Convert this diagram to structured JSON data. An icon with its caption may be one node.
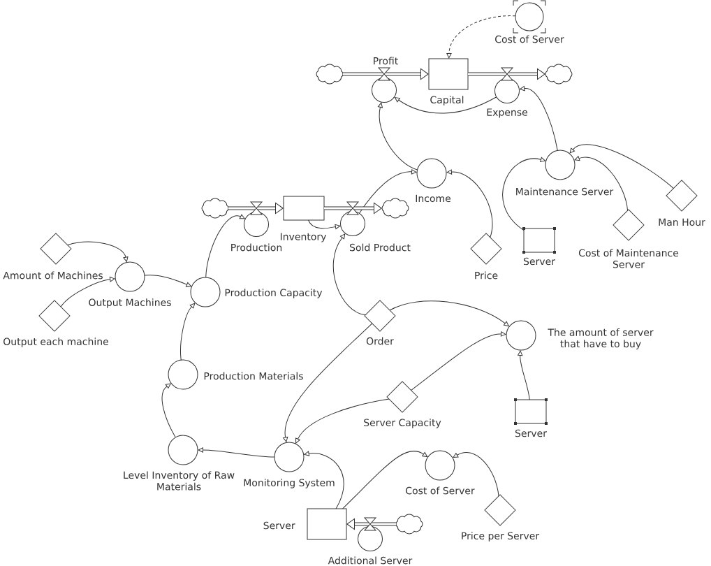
{
  "diagram": {
    "nodes": [
      {
        "text": [
          "Cost of Server"
        ]
      },
      {
        "text": [
          "Capital"
        ]
      },
      {
        "text": [
          "Profit"
        ]
      },
      {
        "text": [
          "Expense"
        ]
      },
      {
        "text": [],
        "shape": "cloud"
      },
      {
        "text": [],
        "shape": "cloud"
      },
      {
        "text": [
          "Income"
        ]
      },
      {
        "text": [
          "Maintenance Server"
        ]
      },
      {
        "text": [
          "Man Hour"
        ]
      },
      {
        "text": [
          "Server"
        ]
      },
      {
        "text": [
          "Cost of Maintenance Server"
        ]
      },
      {
        "text": [
          "Price"
        ]
      },
      {
        "text": [
          "Inventory"
        ]
      },
      {
        "text": [
          "Production"
        ]
      },
      {
        "text": [
          "Sold Product"
        ]
      },
      {
        "text": [],
        "shape": "cloud"
      },
      {
        "text": [],
        "shape": "cloud"
      },
      {
        "text": [
          "Amount of Machines"
        ]
      },
      {
        "text": [
          "Output Machines"
        ]
      },
      {
        "text": [
          "Output each machine"
        ]
      },
      {
        "text": [
          "Production Capacity"
        ]
      },
      {
        "text": [
          "Order"
        ]
      },
      {
        "text": [
          "The amount of server that have to buy"
        ]
      },
      {
        "text": [
          "Production Materials"
        ]
      },
      {
        "text": [
          "Server Capacity"
        ]
      },
      {
        "text": [
          "Server"
        ]
      },
      {
        "text": [
          "Level Inventory of Raw Materials"
        ]
      },
      {
        "text": [
          "Monitoring System"
        ]
      },
      {
        "text": [
          "Cost of Server"
        ]
      },
      {
        "text": [
          "Price per Server"
        ]
      },
      {
        "text": [
          "Server"
        ]
      },
      {
        "text": [
          "Additional Server"
        ]
      },
      {
        "text": [],
        "shape": "cloud"
      }
    ],
    "edges": [
      {
        "from": 0,
        "to": 1,
        "arrow": "to",
        "style": "dashed"
      },
      {
        "from": 4,
        "to": 1,
        "arrow": "to",
        "style": "thick"
      },
      {
        "from": 1,
        "to": 5,
        "arrow": "to",
        "style": "thick"
      },
      {
        "from": 6,
        "to": 2,
        "arrow": "to"
      },
      {
        "from": 3,
        "to": 2,
        "arrow": "to"
      },
      {
        "from": 7,
        "to": 3,
        "arrow": "to"
      },
      {
        "from": 9,
        "to": 7,
        "arrow": "to"
      },
      {
        "from": 10,
        "to": 7,
        "arrow": "to"
      },
      {
        "from": 8,
        "to": 7,
        "arrow": "to"
      },
      {
        "from": 11,
        "to": 6,
        "arrow": "to"
      },
      {
        "from": 14,
        "to": 6,
        "arrow": "to"
      },
      {
        "from": 15,
        "to": 12,
        "arrow": "to",
        "style": "thick"
      },
      {
        "from": 12,
        "to": 16,
        "arrow": "to",
        "style": "thick"
      },
      {
        "from": 12,
        "to": 14,
        "arrow": "to"
      },
      {
        "from": 21,
        "to": 14,
        "arrow": "to"
      },
      {
        "from": 20,
        "to": 13,
        "arrow": "to"
      },
      {
        "from": 17,
        "to": 18,
        "arrow": "to"
      },
      {
        "from": 19,
        "to": 18,
        "arrow": "to"
      },
      {
        "from": 18,
        "to": 20,
        "arrow": "to"
      },
      {
        "from": 23,
        "to": 20,
        "arrow": "to"
      },
      {
        "from": 26,
        "to": 23,
        "arrow": "to"
      },
      {
        "from": 27,
        "to": 26,
        "arrow": "to"
      },
      {
        "from": 21,
        "to": 22,
        "arrow": "to"
      },
      {
        "from": 24,
        "to": 22,
        "arrow": "to"
      },
      {
        "from": 25,
        "to": 22,
        "arrow": "to"
      },
      {
        "from": 21,
        "to": 27,
        "arrow": "to"
      },
      {
        "from": 24,
        "to": 27,
        "arrow": "to"
      },
      {
        "from": 30,
        "to": 27,
        "arrow": "to"
      },
      {
        "from": 30,
        "to": 28,
        "arrow": "to"
      },
      {
        "from": 29,
        "to": 28,
        "arrow": "to"
      },
      {
        "from": 32,
        "to": 30,
        "arrow": "to",
        "style": "thick"
      }
    ]
  }
}
